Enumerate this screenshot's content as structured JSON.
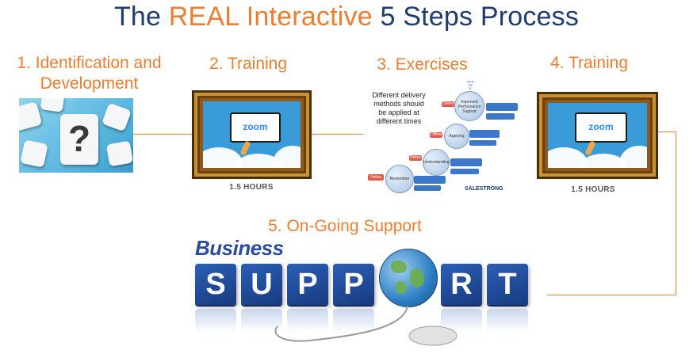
{
  "title": {
    "part1": "The ",
    "highlight": "REAL Interactive",
    "part2": " 5 Steps Process"
  },
  "steps": {
    "s1_line1": "1. Identification and",
    "s1_line2": "Development",
    "s2": "2. Training",
    "s3": "3. Exercises",
    "s4": "4. Training",
    "s5": "5. On-Going Support"
  },
  "training": {
    "zoom": "zoom",
    "hours": "1.5 HOURS"
  },
  "puzzle": {
    "symbol": "?"
  },
  "exercises": {
    "note_line1": "Different delivery",
    "note_line2": "methods should",
    "note_line3": "be applied at",
    "note_line4": "different times",
    "bubbles": [
      "Remember",
      "Understanding",
      "Applying",
      "Improved Performance Support"
    ],
    "tags": [
      "Online",
      "Online",
      "Offline",
      "Online"
    ],
    "brand": "SALESTRONG"
  },
  "support_image": {
    "word1": "Business",
    "letters": [
      "S",
      "U",
      "P",
      "P",
      "R",
      "T"
    ]
  },
  "colors": {
    "accent": "#ed7d31",
    "title": "#1f3c6e",
    "block": "#1f4a9a"
  }
}
